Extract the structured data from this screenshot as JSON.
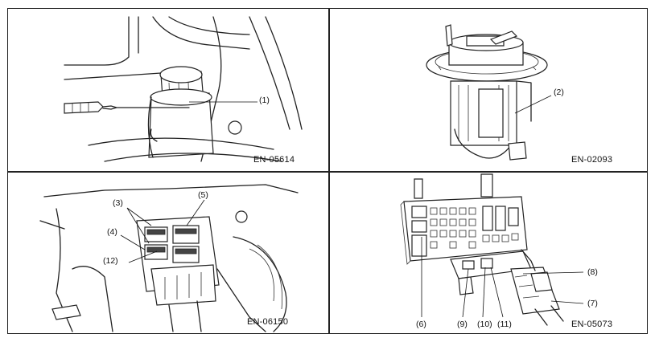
{
  "panels": [
    {
      "code": "EN-05614",
      "callouts": [
        "(1)"
      ]
    },
    {
      "code": "EN-02093",
      "callouts": [
        "(2)"
      ]
    },
    {
      "code": "EN-06150",
      "callouts": [
        "(3)",
        "(4)",
        "(5)",
        "(12)"
      ]
    },
    {
      "code": "EN-05073",
      "callouts": [
        "(6)",
        "(7)",
        "(8)",
        "(9)",
        "(10)",
        "(11)"
      ]
    }
  ]
}
